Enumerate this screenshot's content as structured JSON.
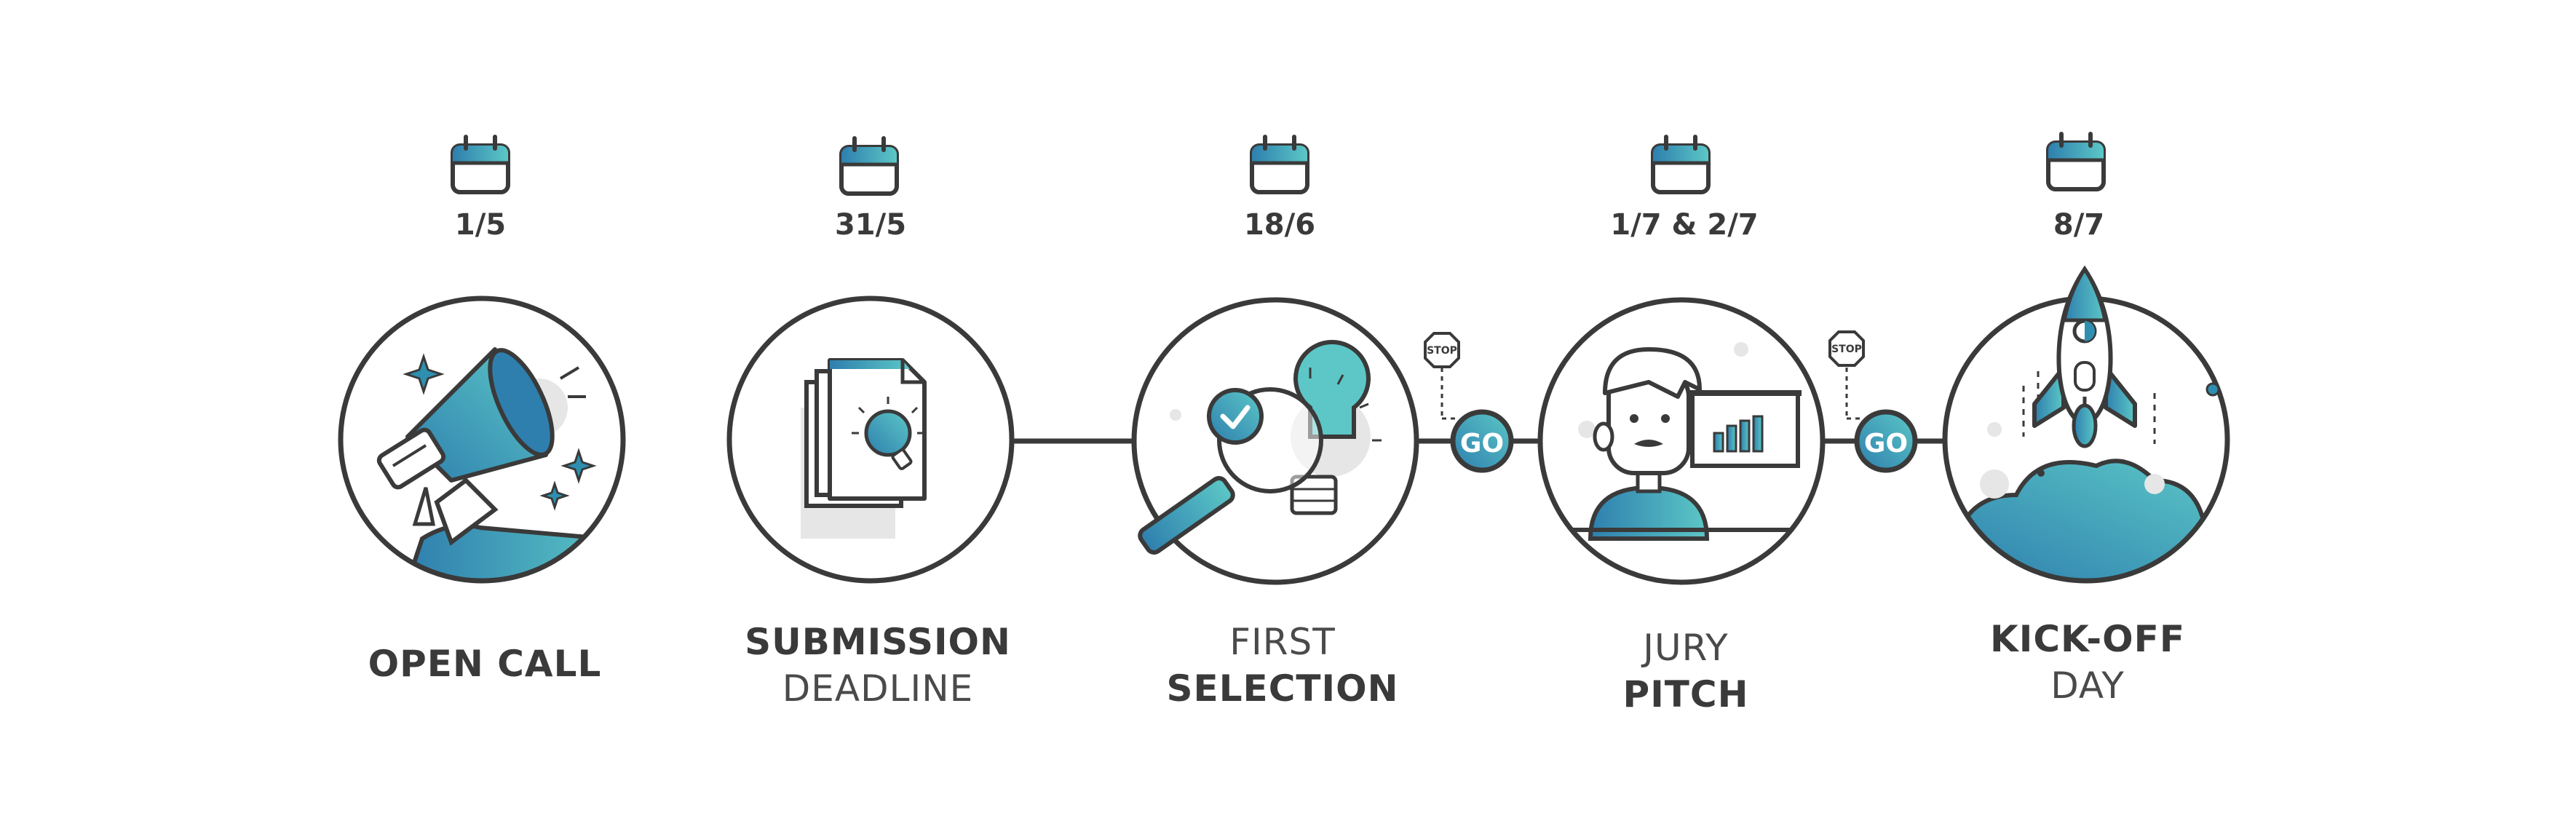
{
  "accent": "#2e8fb0",
  "accent_light": "#5dc6c9",
  "stroke": "#3a3a3a",
  "steps": [
    {
      "date": "1/5",
      "lines": [
        {
          "text": "OPEN CALL",
          "bold": true
        }
      ],
      "icon": "megaphone-icon"
    },
    {
      "date": "31/5",
      "lines": [
        {
          "text": "SUBMISSION",
          "bold": true
        },
        {
          "text": "DEADLINE",
          "bold": false
        }
      ],
      "icon": "idea-document-icon"
    },
    {
      "date": "18/6",
      "lines": [
        {
          "text": "FIRST",
          "bold": false
        },
        {
          "text": "SELECTION",
          "bold": true
        }
      ],
      "icon": "magnifier-bulb-icon"
    },
    {
      "date": "1/7 & 2/7",
      "lines": [
        {
          "text": "JURY",
          "bold": false
        },
        {
          "text": "PITCH",
          "bold": true
        }
      ],
      "icon": "presenter-icon"
    },
    {
      "date": "8/7",
      "lines": [
        {
          "text": "KICK-OFF",
          "bold": true
        },
        {
          "text": "DAY",
          "bold": false
        }
      ],
      "icon": "rocket-icon"
    }
  ],
  "gates": [
    {
      "go": "GO",
      "stop": "STOP"
    },
    {
      "go": "GO",
      "stop": "STOP"
    }
  ]
}
